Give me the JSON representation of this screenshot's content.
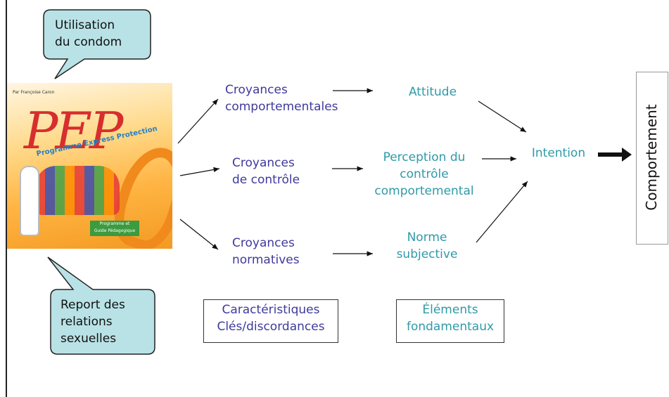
{
  "callouts": {
    "top": "Utilisation\ndu condom",
    "bottom": "Report des\nrelations\nsexuelles"
  },
  "cover": {
    "author": "Par Françoise Caron",
    "logo": "PEP",
    "subtitle": "Programme Express Protection",
    "badge": "Programme et\nGuide Pédagogique"
  },
  "beliefs": {
    "behavioral": "Croyances\ncomportementales",
    "control": "Croyances\nde contrôle",
    "normative": "Croyances\nnormatives"
  },
  "constructs": {
    "attitude": "Attitude",
    "perceived_control": "Perception du\ncontrôle\ncomportemental",
    "subjective_norm": "Norme\nsubjective"
  },
  "intention": "Intention",
  "behavior": "Comportement",
  "legend": {
    "characteristics": "Caractéristiques\nClés/discordances",
    "fundamentals": "Éléments\nfondamentaux"
  },
  "colors": {
    "belief_text": "#3f3a9c",
    "construct_text": "#2f9aa8",
    "callout_fill": "#b9e2e6"
  }
}
